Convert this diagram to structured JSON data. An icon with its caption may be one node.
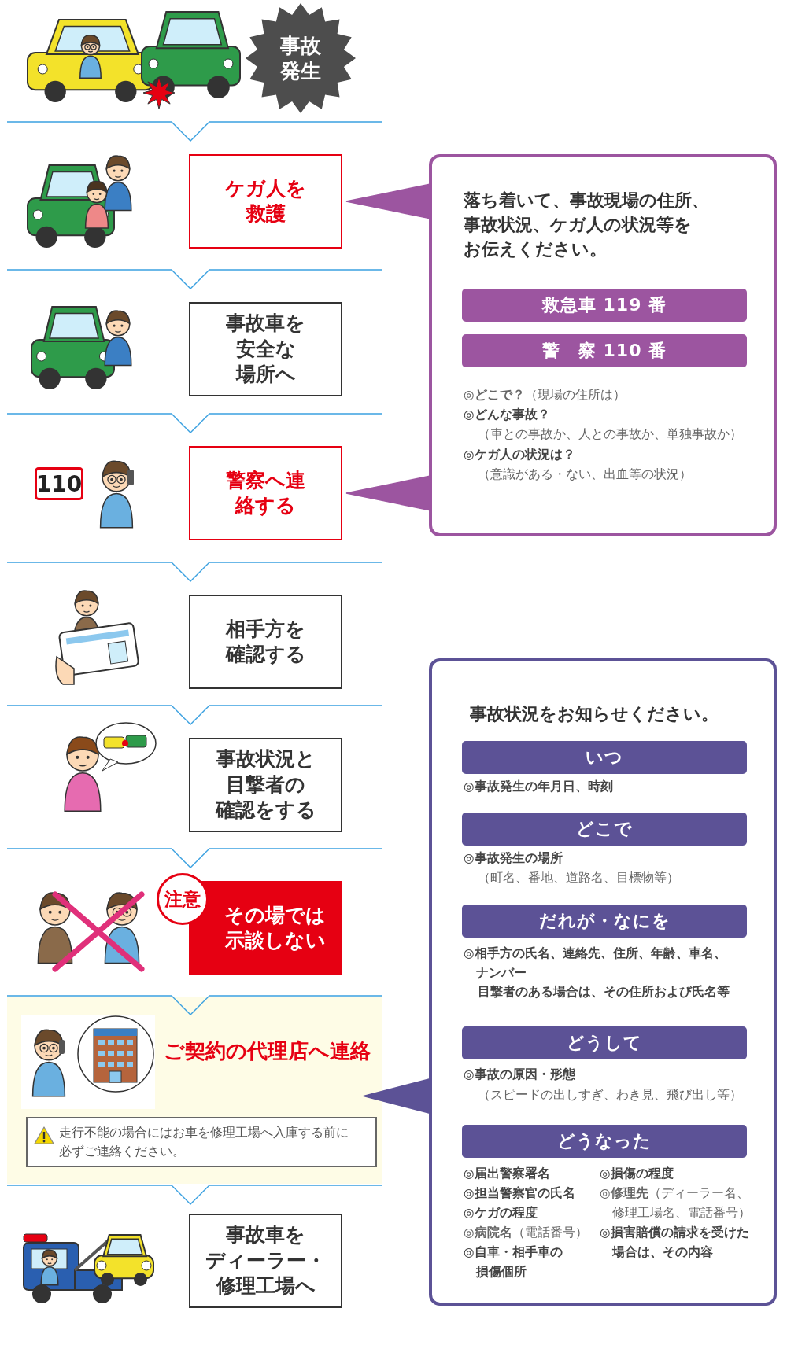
{
  "diagram": {
    "nodes": [
      {
        "text": [
          "事故発生"
        ]
      },
      {
        "text": [
          "ケガ人を救護"
        ]
      },
      {
        "text": [
          "事故車を安全な場所へ"
        ]
      },
      {
        "text": [
          "警察へ連絡する"
        ]
      },
      {
        "text": [
          "相手方を確認する"
        ]
      },
      {
        "text": [
          "事故状況と目撃者の確認をする"
        ]
      },
      {
        "text": [
          "その場では示談しない"
        ]
      },
      {
        "text": [
          "注意"
        ]
      },
      {
        "text": [
          "ご契約の代理店へ連絡"
        ]
      },
      {
        "text": [
          "走行不能の場合にはお車を修理工場へ入庫する前に必ずご連絡ください。"
        ],
        "in": 8
      },
      {
        "text": [
          "事故車をディーラー・修理工場へ"
        ]
      },
      {
        "text": [
          "落ち着いて、事故現場の住所、事故状況、ケガ人の状況等をお伝えください。",
          "**◎どこで？**（現場の住所は）",
          "◎どんな事故？",
          "（車との事故か、人との事故か、単独事故か）",
          "◎ケガ人の状況は？",
          "（意識がある・ない、出血等の状況）"
        ]
      },
      {
        "text": [
          "救急車 119 番"
        ],
        "in": 11
      },
      {
        "text": [
          "警　察 110 番"
        ],
        "in": 11
      },
      {
        "text": [
          "事故状況をお知らせください。",
          "◎事故発生の年月日、時刻",
          "◎事故発生の場所",
          "（町名、番地、道路名、目標物等）",
          "◎相手方の氏名、連絡先、住所、年齢、車名、ナンバー",
          "目撃者のある場合は、その住所および氏名等",
          "◎事故の原因・形態",
          "（スピードの出しすぎ、わき見、飛び出し等）",
          "◎届出警察署名",
          "◎担当警察官の氏名",
          "◎ケガの程度",
          "**◎病院名**（電話番号）",
          "◎自車・相手車の損傷個所",
          "◎損傷の程度",
          "**◎修理先**（ディーラー名、修理工場名、電話番号）",
          "◎損害賠償の請求を受けた場合は、その内容"
        ]
      },
      {
        "text": [
          "いつ"
        ],
        "in": 14
      },
      {
        "text": [
          "どこで"
        ],
        "in": 14
      },
      {
        "text": [
          "だれが・なにを"
        ],
        "in": 14
      },
      {
        "text": [
          "どうして"
        ],
        "in": 14
      },
      {
        "text": [
          "どうなった"
        ],
        "in": 14
      }
    ],
    "edges": [
      {
        "from": 0,
        "to": 1,
        "arrow": "to"
      },
      {
        "from": 1,
        "to": 2,
        "arrow": "to"
      },
      {
        "from": 2,
        "to": 3,
        "arrow": "to"
      },
      {
        "from": 3,
        "to": 4,
        "arrow": "to"
      },
      {
        "from": 4,
        "to": 5,
        "arrow": "to"
      },
      {
        "from": 5,
        "to": 6,
        "arrow": "to"
      },
      {
        "from": 6,
        "to": 8,
        "arrow": "to"
      },
      {
        "from": 8,
        "to": 10,
        "arrow": "to"
      },
      {
        "from": 11,
        "to": 1,
        "arrow": "to",
        "color": "#9c55a0"
      },
      {
        "from": 11,
        "to": 3,
        "arrow": "to",
        "color": "#9c55a0"
      },
      {
        "from": 14,
        "to": 8,
        "arrow": "to",
        "color": "#5c5296"
      }
    ],
    "labels": [
      "110"
    ]
  }
}
